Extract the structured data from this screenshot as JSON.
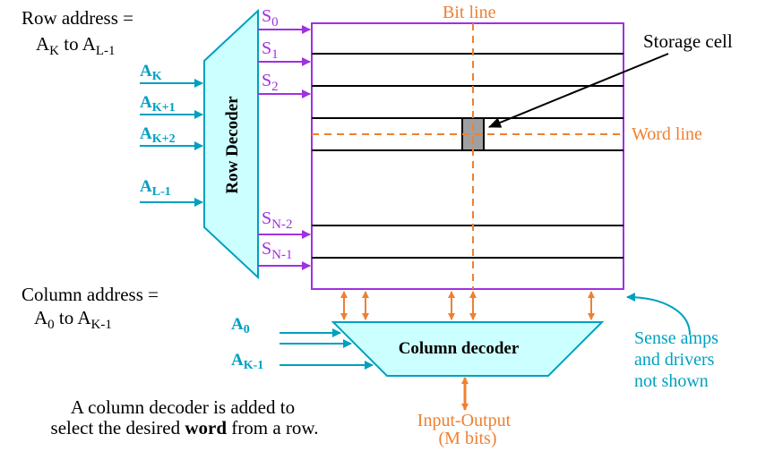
{
  "labels": {
    "row_address": "Row address =",
    "row_address_range": {
      "a": "A",
      "a_sub": "K",
      "to": " to A",
      "to_sub": "L-1"
    },
    "column_address": "Column address =",
    "column_address_range": {
      "a": "A",
      "a_sub": "0",
      "to": " to A",
      "to_sub": "K-1"
    },
    "bit_line": "Bit line",
    "storage_cell": "Storage cell",
    "word_line": "Word line",
    "row_decoder": "Row Decoder",
    "column_decoder": "Column decoder",
    "input_output": "Input-Output",
    "io_bits": "(M bits)",
    "sense_amps_1": "Sense amps",
    "sense_amps_2": "and drivers",
    "sense_amps_3": "not shown",
    "caption_line1": "A column decoder is added to",
    "caption_line2_pre": "select the desired ",
    "caption_bold": "word",
    "caption_line2_post": " from a row."
  },
  "row_inputs": [
    {
      "base": "A",
      "sub": "K"
    },
    {
      "base": "A",
      "sub": "K+1"
    },
    {
      "base": "A",
      "sub": "K+2"
    },
    {
      "base": "A",
      "sub": "L-1"
    }
  ],
  "col_inputs": [
    {
      "base": "A",
      "sub": "0"
    },
    {
      "base": "A",
      "sub": "K-1"
    }
  ],
  "selects": [
    {
      "base": "S",
      "sub": "0"
    },
    {
      "base": "S",
      "sub": "1"
    },
    {
      "base": "S",
      "sub": "2"
    },
    {
      "base": "S",
      "sub": "N-2"
    },
    {
      "base": "S",
      "sub": "N-1"
    }
  ],
  "colors": {
    "teal": "#00a0c0",
    "purple": "#a030e0",
    "orange": "#f08030",
    "decoder_fill": "#ccffff",
    "cell_fill": "#a0a0a0"
  }
}
